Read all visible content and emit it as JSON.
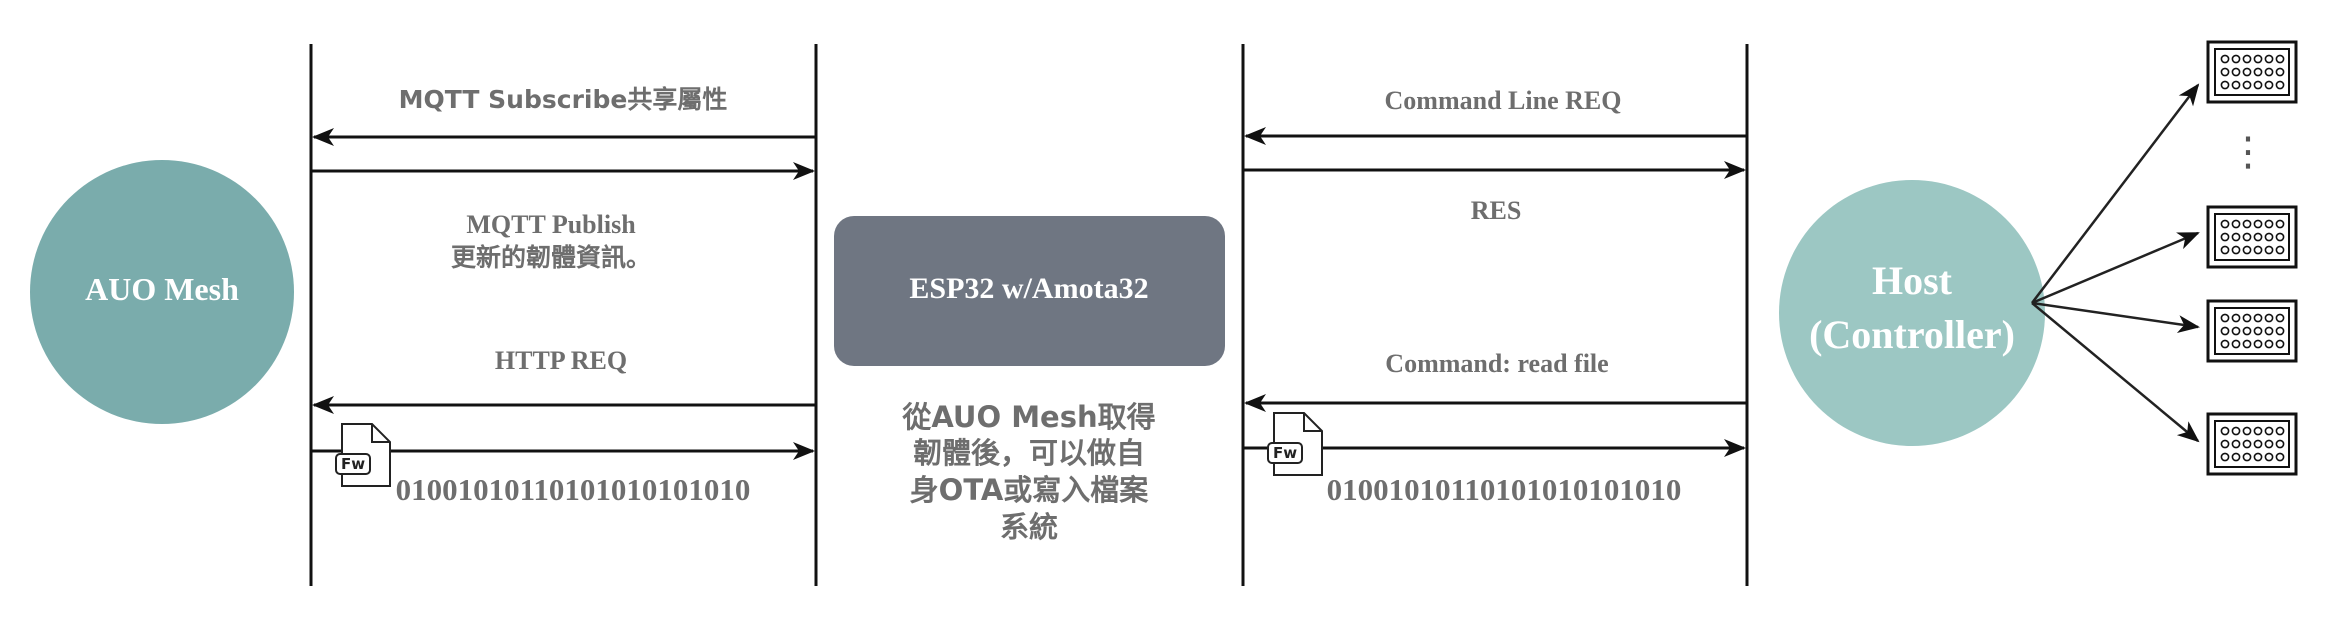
{
  "nodes": {
    "auo_mesh": {
      "label": "AUO Mesh",
      "color": "#7aacac"
    },
    "esp32": {
      "label": "ESP32 w/Amota32",
      "color": "#6f7682"
    },
    "host": {
      "lines": [
        "Host",
        "(Controller)"
      ],
      "color": "#9cc7c3"
    }
  },
  "messages_left": {
    "subscribe": "MQTT Subscribe共享屬性",
    "publish_line1": "MQTT  Publish",
    "publish_line2": "更新的韌體資訊。",
    "http_req": "HTTP REQ",
    "binary": "01001010110101010101010"
  },
  "messages_right": {
    "command_line_req": "Command Line REQ",
    "res": "RES",
    "command_read_file": "Command: read file",
    "binary": "01001010110101010101010"
  },
  "file_icon_label": "Fw",
  "esp32_note": [
    "從AUO Mesh取得",
    "韌體後，可以做自",
    "身OTA或寫入檔案",
    "系統"
  ],
  "devices": {
    "ellipsis": "⋮",
    "count": 4
  },
  "colors": {
    "line": "#111111",
    "label_text": "#6e6e6e",
    "device_border": "#111111"
  }
}
